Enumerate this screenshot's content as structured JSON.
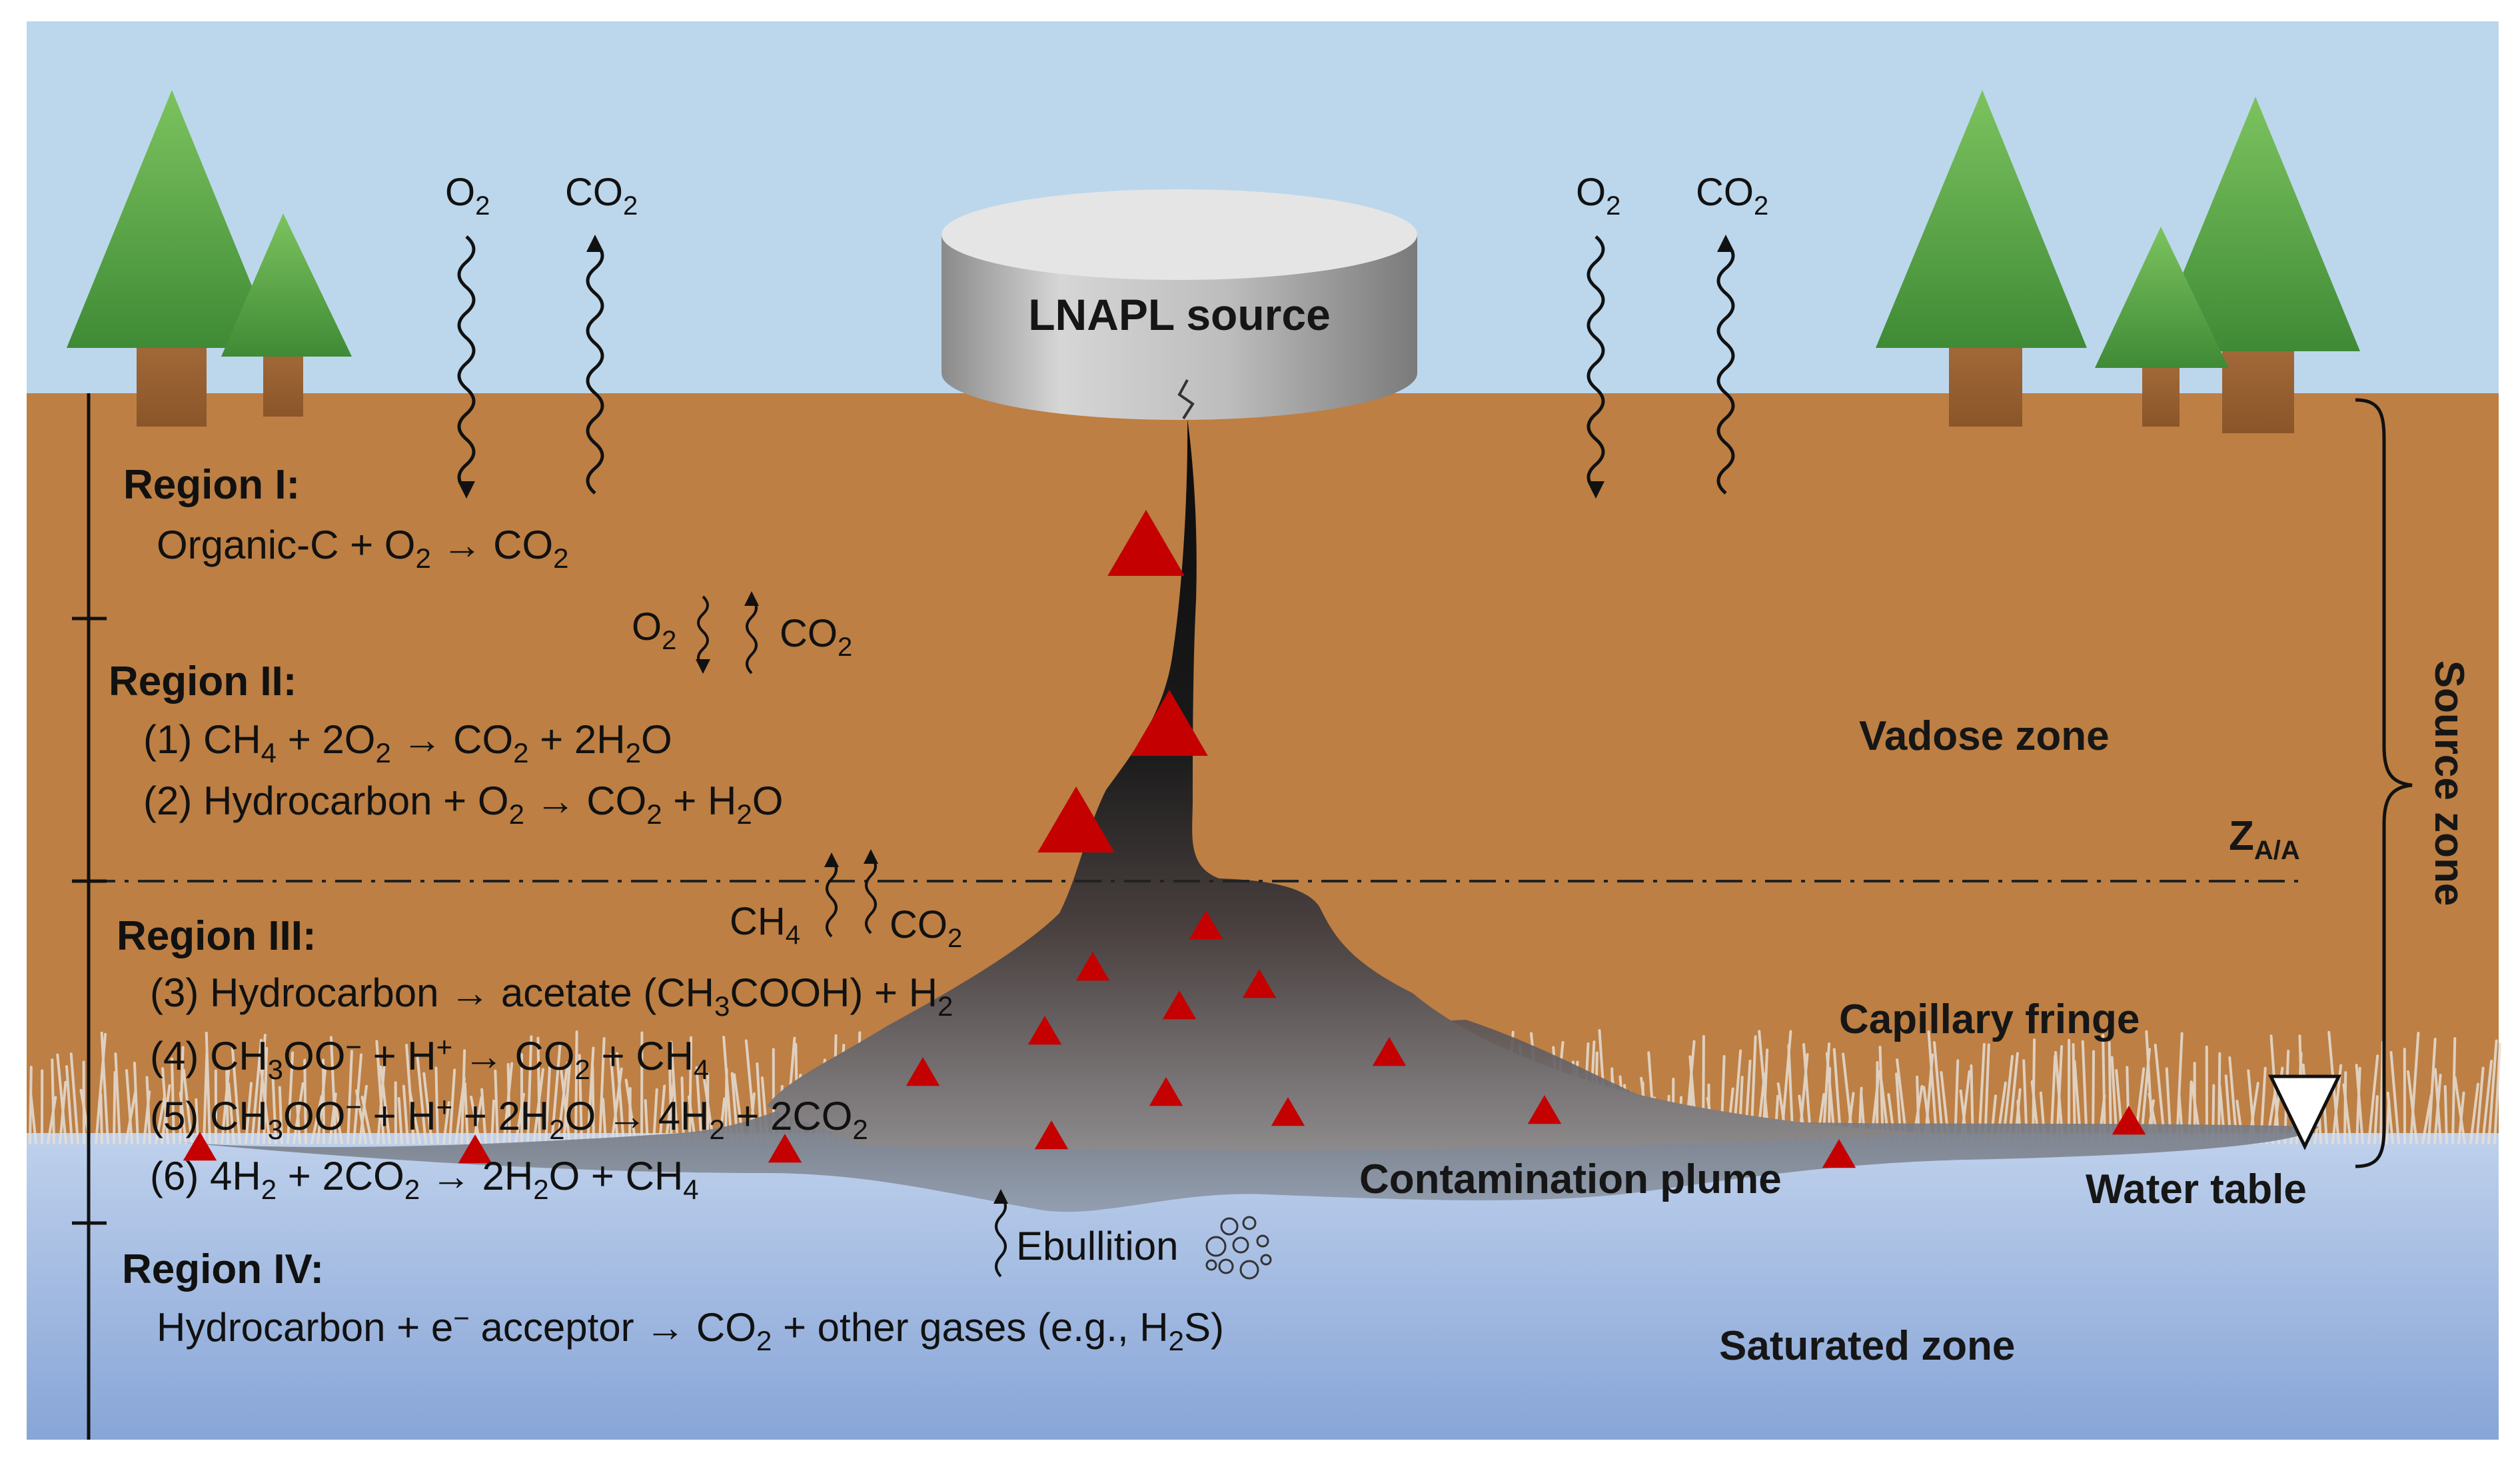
{
  "source_label": "LNAPL source",
  "surface_gases": {
    "left": {
      "o2": "O",
      "co2": "CO"
    },
    "right": {
      "o2": "O",
      "co2": "CO"
    },
    "sub": "2"
  },
  "region1": {
    "title": "Region I:",
    "eq": [
      "Organic-C + O",
      "2",
      " → CO",
      "2"
    ]
  },
  "region2_gases": {
    "o2": "O",
    "co2": "CO",
    "sub": "2"
  },
  "region2": {
    "title": "Region II:",
    "eq1": [
      "(1) CH",
      "4",
      " + 2O",
      "2",
      " → CO",
      "2",
      " + 2H",
      "2",
      "O"
    ],
    "eq2": [
      "(2) Hydrocarbon + O",
      "2",
      " → CO",
      "2",
      " + H",
      "2",
      "O"
    ]
  },
  "region3_gases": {
    "ch4": "CH",
    "ch4_sub": "4",
    "co2": "CO",
    "co2_sub": "2"
  },
  "region3": {
    "title": "Region III:",
    "eq3": [
      "(3) Hydrocarbon → acetate (CH",
      "3",
      "COOH) + H",
      "2"
    ],
    "eq4": [
      "(4) CH",
      "3",
      "OO",
      "−",
      " + H",
      "+",
      " → CO",
      "2",
      " + CH",
      "4"
    ],
    "eq5": [
      "(5) CH",
      "3",
      "OO",
      "−",
      " + H",
      "+",
      " + 2H",
      "2",
      "O → 4H",
      "2",
      " + 2CO",
      "2"
    ],
    "eq6": [
      "(6) 4H",
      "2",
      " + 2CO",
      "2",
      " → 2H",
      "2",
      "O + CH",
      "4"
    ]
  },
  "region4": {
    "title": "Region IV:",
    "eq": [
      "Hydrocarbon + e",
      "−",
      " acceptor → CO",
      "2",
      " + other gases (e.g., H",
      "2",
      "S)"
    ]
  },
  "ebullition": "Ebullition",
  "zones": {
    "vadose": "Vadose zone",
    "capillary": "Capillary fringe",
    "plume": "Contamination plume",
    "water_table": "Water table",
    "saturated": "Saturated zone",
    "source_zone": "Source zone",
    "z_label": "Z",
    "z_sub": "A/A"
  },
  "colors": {
    "sky": "#bcd7ec",
    "soil": "#bd7f43",
    "water_top": "#bdd0ea",
    "water_bottom": "#8ba8d6",
    "triangle": "#c40000",
    "tree": "#5aa044",
    "trunk": "#a86f3f"
  }
}
